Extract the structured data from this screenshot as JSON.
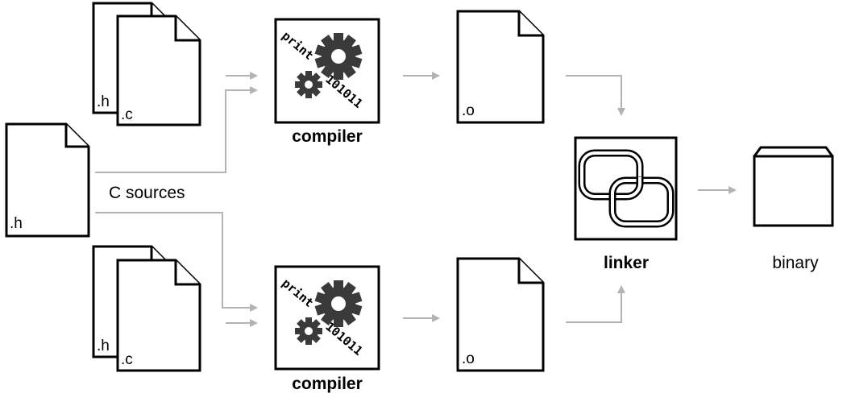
{
  "labels": {
    "header_ext": ".h",
    "source_ext": ".c",
    "object_ext": ".o",
    "c_sources": "C sources",
    "compiler": "compiler",
    "linker": "linker",
    "binary": "binary",
    "print_text": "print",
    "binary_digits": "101011"
  },
  "colors": {
    "stroke": "#000000",
    "connector": "#b3b3b3",
    "gear": "#3a3a3a"
  },
  "icons": {
    "compiler": "gears-icon",
    "linker": "chain-links-icon",
    "binary": "window-icon",
    "file": "document-icon"
  }
}
